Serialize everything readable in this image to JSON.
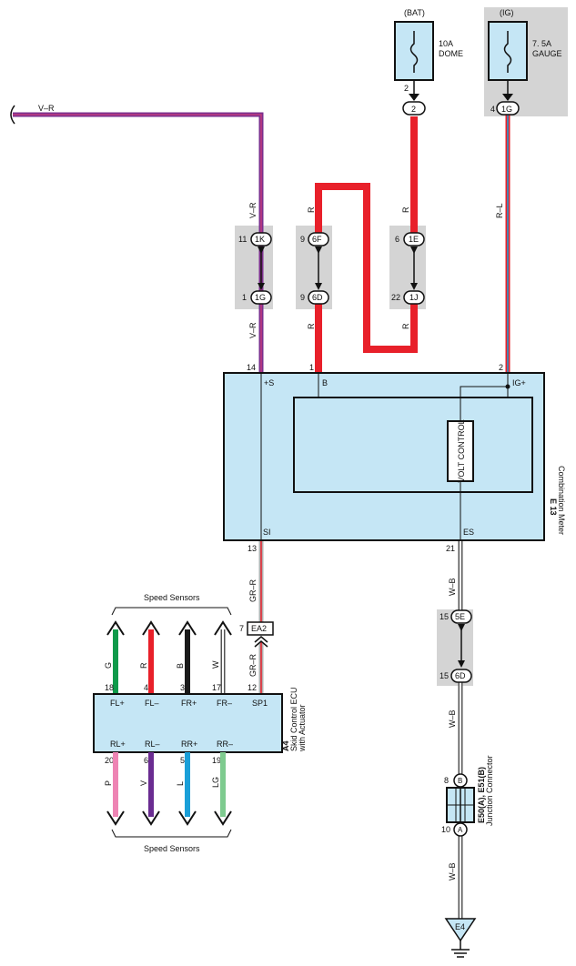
{
  "power_sources": {
    "bat": "(BAT)",
    "ig": "(IG)"
  },
  "fuses": {
    "dome": {
      "rating": "10A",
      "name": "DOME"
    },
    "gauge": {
      "rating": "7. 5A",
      "name": "GAUGE"
    }
  },
  "wire_labels": {
    "top_vr": "V–R",
    "vr_upper": "V–R",
    "vr_lower": "V–R",
    "r_6f": "R",
    "r_6d": "R",
    "r_1e": "R",
    "r_1j": "R",
    "rl": "R–L",
    "grr_upper": "GR–R",
    "grr_lower": "GR–R",
    "wb_1": "W–B",
    "wb_2": "W–B",
    "wb_3": "W–B",
    "fl_plus": "G",
    "fl_minus": "R",
    "fr_plus": "B",
    "fr_minus": "W",
    "rl_plus": "P",
    "rl_minus": "V",
    "rr_plus": "L",
    "rr_minus": "LG"
  },
  "connectors": {
    "c2": "2",
    "c1g_top": "1G",
    "c1k": "1K",
    "c1g": "1G",
    "c6f": "6F",
    "c6d": "6D",
    "c1e": "1E",
    "c1j": "1J",
    "c5e": "5E",
    "c6d_lower": "6D",
    "ea2": "EA2",
    "b": "B",
    "a": "A"
  },
  "pins": {
    "p2_dome": "2",
    "p4_gauge": "4",
    "p11": "11",
    "p1": "1",
    "p9a": "9",
    "p9b": "9",
    "p6": "6",
    "p22": "22",
    "p14": "14",
    "p1_meter": "1",
    "p2_meter": "2",
    "p13": "13",
    "p21": "21",
    "p7": "7",
    "p15a": "15",
    "p15b": "15",
    "p18": "18",
    "p4": "4",
    "p3": "3",
    "p17": "17",
    "p12": "12",
    "p20": "20",
    "p6_ecu": "6",
    "p5": "5",
    "p19": "19",
    "p8": "8",
    "p10": "10"
  },
  "meter": {
    "terminal_s": "+S",
    "terminal_b": "B",
    "terminal_ig": "IG+",
    "terminal_si": "SI",
    "terminal_es": "ES",
    "volt_control": "VOLT CONTROL",
    "code": "E 13",
    "name": "Combination Meter"
  },
  "ecu": {
    "fl_plus": "FL+",
    "fl_minus": "FL–",
    "fr_plus": "FR+",
    "fr_minus": "FR–",
    "sp1": "SP1",
    "rl_plus": "RL+",
    "rl_minus": "RL–",
    "rr_plus": "RR+",
    "rr_minus": "RR–",
    "code": "A4",
    "name_line1": "Skid Control ECU",
    "name_line2": "with Actuator"
  },
  "speed_sensors_top": "Speed Sensors",
  "speed_sensors_bottom": "Speed Sensors",
  "junction": {
    "code": "E50(A), E51(B)",
    "name": "Junction Connector"
  },
  "ground": "E4",
  "colors": {
    "red": "#e8202a",
    "purple": "#7b2f8e",
    "magenta": "#c23b7e",
    "green": "#0f9a4a",
    "black": "#1a1a1a",
    "pink": "#ee84b4",
    "violet": "#6a2c91",
    "blue": "#1a9fd8",
    "light_green": "#7ecb8f",
    "component_fill": "#c5e6f5",
    "shade": "#d4d4d4",
    "gray_wire": "#b0b0b0"
  }
}
